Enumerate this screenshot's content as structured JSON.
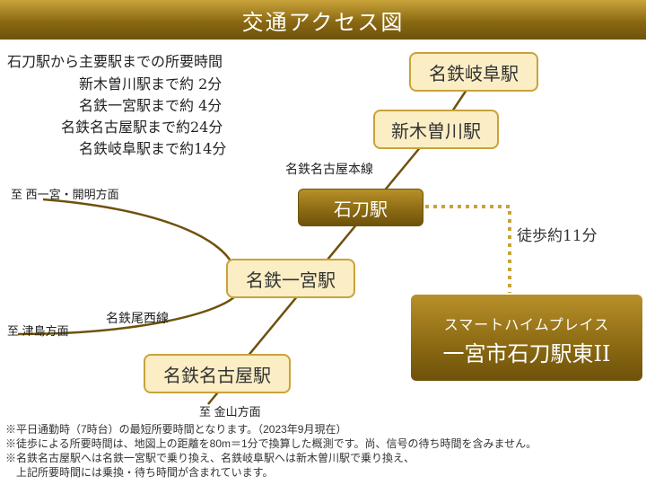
{
  "header": {
    "title": "交通アクセス図"
  },
  "travel_times": {
    "heading": "石刀駅から主要駅までの所要時間",
    "rows": [
      "新木曽川駅まで約 2分",
      "名鉄一宮駅まで約 4分",
      "名鉄名古屋駅まで約24分",
      "名鉄岐阜駅まで約14分"
    ]
  },
  "stations": {
    "gifu": "名鉄岐阜駅",
    "shinkisogawa": "新木曽川駅",
    "ishigatana": "石刀駅",
    "ichinomiya": "名鉄一宮駅",
    "nagoya": "名鉄名古屋駅"
  },
  "lines": {
    "main_line": "名鉄名古屋本線",
    "bisai_line": "名鉄尾西線"
  },
  "directions": {
    "nishiichinomiya": "至 西一宮・開明方面",
    "tsushima": "至 津島方面",
    "kanayama": "至 金山方面"
  },
  "walk": {
    "label": "徒歩約11分"
  },
  "destination": {
    "line1": "スマートハイムプレイス",
    "line2": "一宮市石刀駅東II"
  },
  "notes": [
    "※平日通勤時（7時台）の最短所要時間となります。（2023年9月現在）",
    "※徒歩による所要時間は、地図上の距離を80m＝1分で換算した概測です。尚、信号の待ち時間を含みません。",
    "※名鉄名古屋駅へは名鉄一宮駅で乗り換え、名鉄岐阜駅へは新木曽川駅で乗り換え、",
    "　上記所要時間には乗換・待ち時間が含まれています。"
  ],
  "colors": {
    "gold_dark": "#8a6912",
    "gold_light": "#c9a33a",
    "station_fill": "#fbedc4",
    "walk_dots": "#c9a33a",
    "rail_line": "#6e520b"
  }
}
